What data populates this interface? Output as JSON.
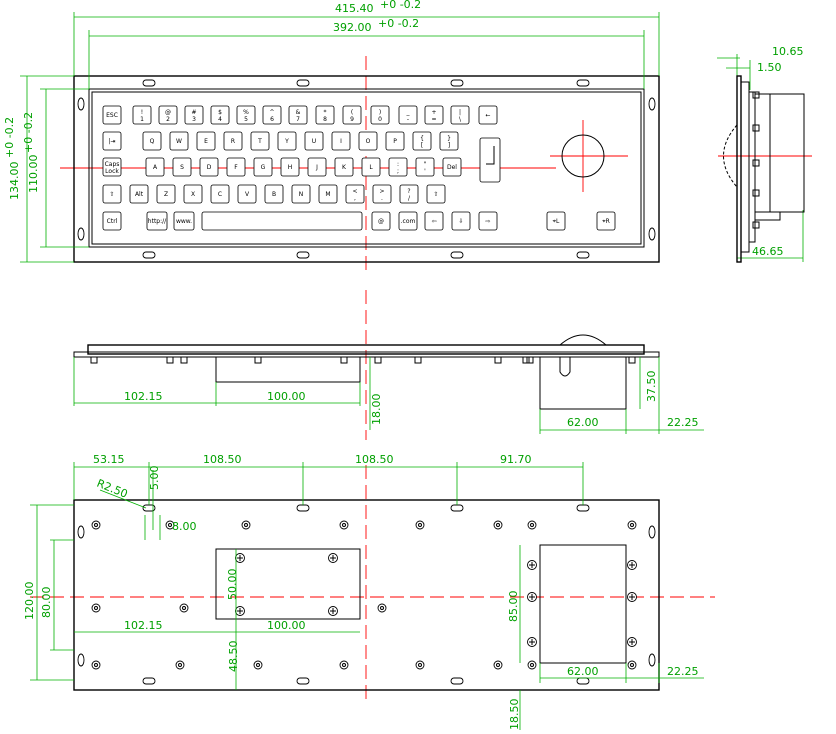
{
  "colors": {
    "outline": "#000000",
    "dimension": "#00a000",
    "centerline": "#ff0000",
    "background": "#ffffff"
  },
  "front_view": {
    "dims": {
      "overall_width": "415.40",
      "overall_width_tol": "+0 -0.2",
      "keypad_width": "392.00",
      "keypad_width_tol": "+0 -0.2",
      "overall_height": "134.00",
      "overall_height_tol": "+0 -0.2",
      "keypad_height": "110.00",
      "keypad_height_tol": "+0 -0.2"
    },
    "rows": [
      [
        {
          "label": "ESC"
        },
        {
          "label": "!",
          "sub": "1"
        },
        {
          "label": "@",
          "sub": "2"
        },
        {
          "label": "#",
          "sub": "3"
        },
        {
          "label": "$",
          "sub": "4"
        },
        {
          "label": "%",
          "sub": "5"
        },
        {
          "label": "^",
          "sub": "6"
        },
        {
          "label": "&",
          "sub": "7"
        },
        {
          "label": "*",
          "sub": "8"
        },
        {
          "label": "(",
          "sub": "9"
        },
        {
          "label": ")",
          "sub": "0"
        },
        {
          "label": "_",
          "sub": "-"
        },
        {
          "label": "+",
          "sub": "="
        },
        {
          "label": "|",
          "sub": "\\"
        },
        {
          "label": "←"
        }
      ],
      [
        {
          "label": "|⇥"
        },
        {
          "label": "Q"
        },
        {
          "label": "W"
        },
        {
          "label": "E"
        },
        {
          "label": "R"
        },
        {
          "label": "T"
        },
        {
          "label": "Y"
        },
        {
          "label": "U"
        },
        {
          "label": "I"
        },
        {
          "label": "O"
        },
        {
          "label": "P"
        },
        {
          "label": "{",
          "sub": "["
        },
        {
          "label": "}",
          "sub": "]"
        }
      ],
      [
        {
          "label": "Caps",
          "sub": "Lock"
        },
        {
          "label": "A"
        },
        {
          "label": "S"
        },
        {
          "label": "D"
        },
        {
          "label": "F"
        },
        {
          "label": "G"
        },
        {
          "label": "H"
        },
        {
          "label": "J"
        },
        {
          "label": "K"
        },
        {
          "label": "L"
        },
        {
          "label": ":",
          "sub": ";"
        },
        {
          "label": "\"",
          "sub": "'"
        },
        {
          "label": "Del"
        }
      ],
      [
        {
          "label": "⇧"
        },
        {
          "label": "Alt"
        },
        {
          "label": "Z"
        },
        {
          "label": "X"
        },
        {
          "label": "C"
        },
        {
          "label": "V"
        },
        {
          "label": "B"
        },
        {
          "label": "N"
        },
        {
          "label": "M"
        },
        {
          "label": "<",
          "sub": ","
        },
        {
          "label": ">",
          "sub": "."
        },
        {
          "label": "?",
          "sub": "/"
        },
        {
          "label": "⇧"
        }
      ],
      [
        {
          "label": "Ctrl"
        },
        {
          "label": "http://"
        },
        {
          "label": "www."
        },
        {
          "label": ""
        },
        {
          "label": "@"
        },
        {
          "label": ".com"
        },
        {
          "label": "⇦"
        },
        {
          "label": "⇩"
        },
        {
          "label": "⇨"
        },
        {
          "label": "⌖L"
        },
        {
          "label": "⌖R"
        }
      ]
    ]
  },
  "side_view": {
    "dims": {
      "bezel_depth": "10.65",
      "plate_thickness": "1.50",
      "body_width": "46.65"
    }
  },
  "section_view": {
    "dims": {
      "module_offset": "102.15",
      "module_width": "100.00",
      "module_depth": "18.00",
      "trackball_depth": "37.50",
      "trackball_width": "62.00",
      "trackball_offset": "22.25"
    }
  },
  "rear_view": {
    "dims": {
      "hole_1": "53.15",
      "hole_gap_a": "108.50",
      "hole_gap_b": "108.50",
      "hole_gap_c": "91.70",
      "hole_edge": "5.00",
      "radius": "R2.50",
      "slot": "8.00",
      "height": "120.00",
      "height_inner": "80.00",
      "module_offset": "102.15",
      "module_width": "100.00",
      "module_height": "50.00",
      "module_bottom": "48.50",
      "tb_height": "85.00",
      "tb_width": "62.00",
      "tb_offset": "22.25",
      "bottom": "18.50"
    }
  }
}
